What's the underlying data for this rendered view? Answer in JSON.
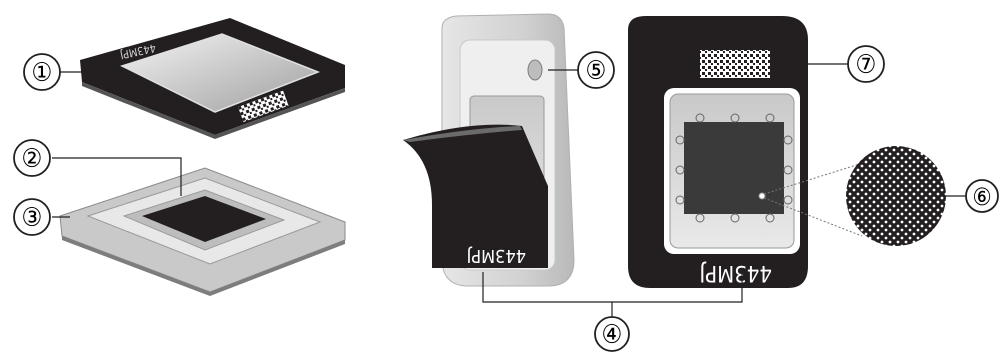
{
  "callouts": [
    {
      "id": "1",
      "label": "①"
    },
    {
      "id": "2",
      "label": "②"
    },
    {
      "id": "3",
      "label": "③"
    },
    {
      "id": "4",
      "label": "④"
    },
    {
      "id": "5",
      "label": "⑤"
    },
    {
      "id": "6",
      "label": "⑥"
    },
    {
      "id": "7",
      "label": "⑦"
    }
  ],
  "device_labels": {
    "lid_brand": "443MPJ",
    "clip_brand": "443MPJ",
    "back_brand": "443MPJ"
  },
  "colors": {
    "dark": "#231f20",
    "light_gray": "#d9d9d9",
    "mid_gray": "#9a9a9a",
    "line": "#231f20"
  }
}
